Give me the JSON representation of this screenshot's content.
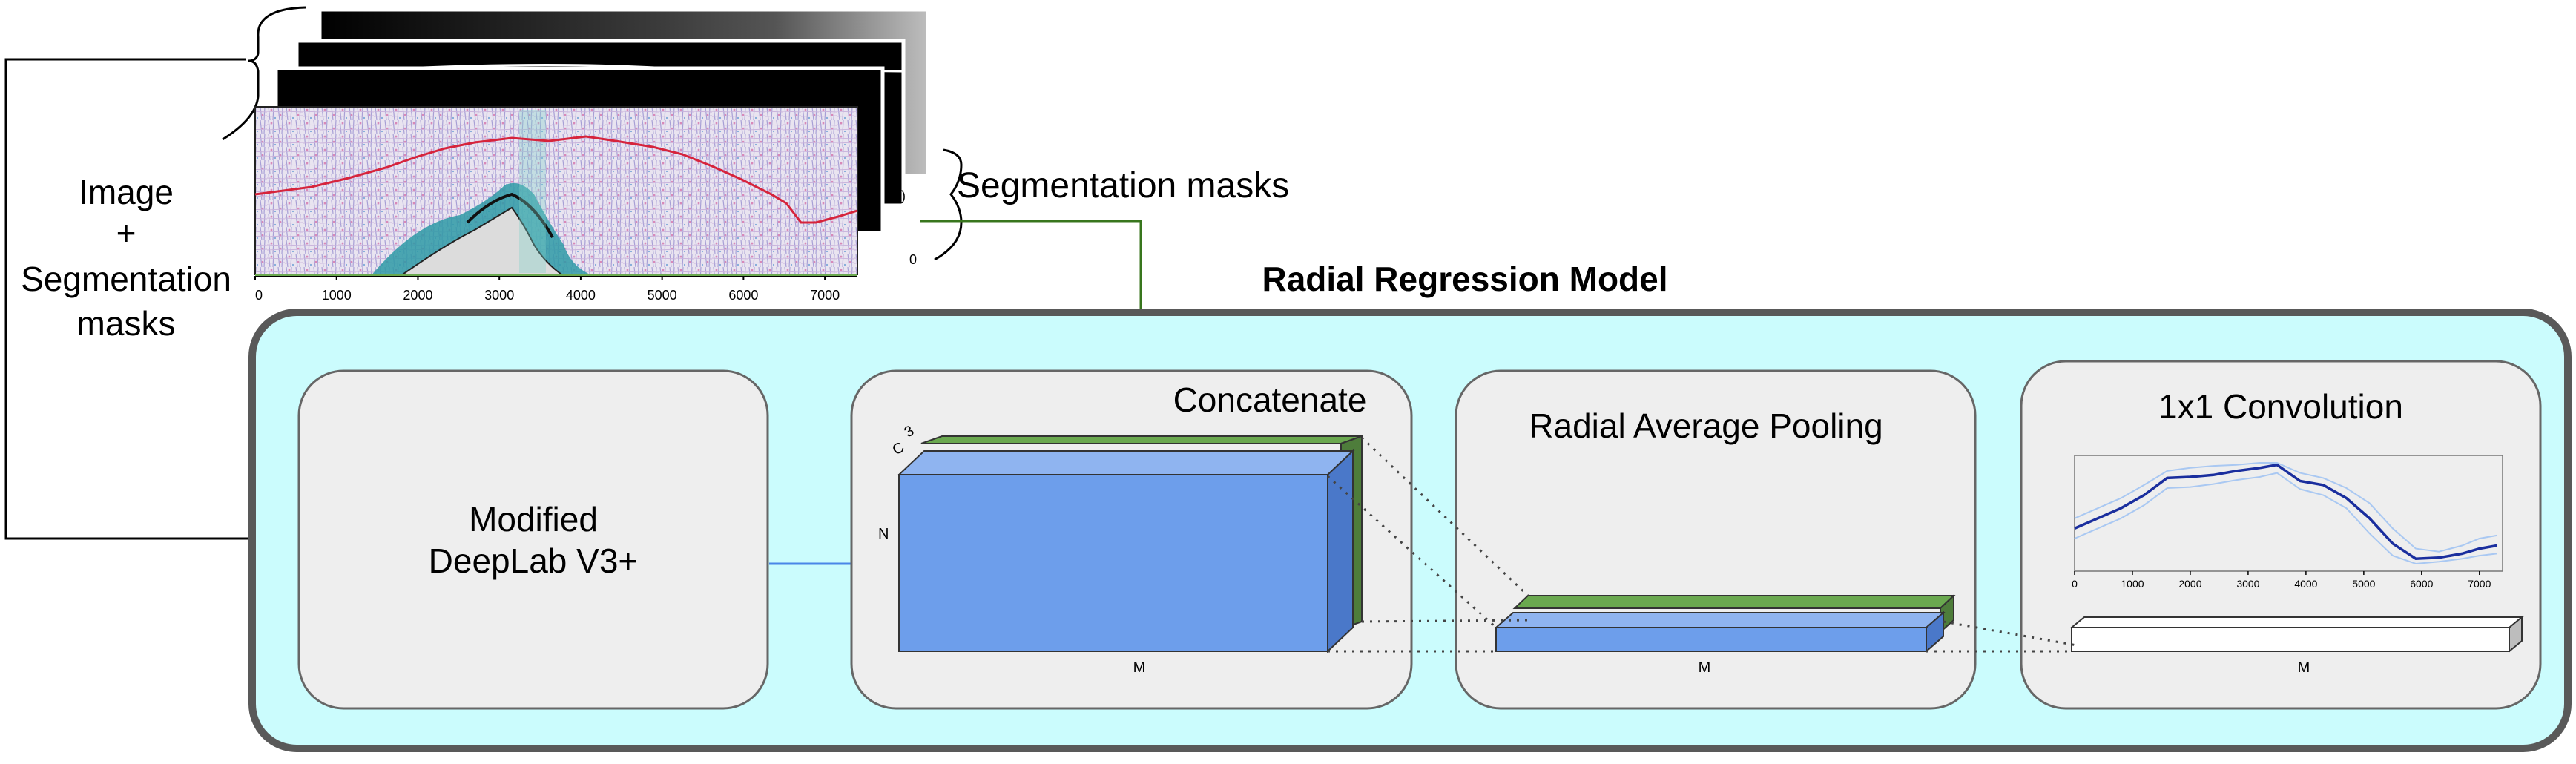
{
  "colors": {
    "model_fill": "#cbfcfd",
    "model_stroke": "#595959",
    "panel_fill": "#eeeeee",
    "panel_stroke": "#666666",
    "tensor_blue": "#6d9eeb",
    "tensor_blue_dark": "#4a78c9",
    "tensor_green": "#6aa84f",
    "tensor_green_dark": "#4e7d3b",
    "arrow_blue": "#4a86e8",
    "arrow_green": "#38761d",
    "curve_dark": "#1a2e9e",
    "curve_light": "#a9c8f2"
  },
  "left_label": [
    "Image",
    "+",
    "Segmentation",
    "masks"
  ],
  "segmentation_label": "Segmentation masks",
  "model_title": "Radial Regression Model",
  "panels": {
    "deeplab": {
      "line1": "Modified",
      "line2": "DeepLab V3+"
    },
    "concat": {
      "title": "Concatenate",
      "dim_c": "C",
      "dim_3": "3",
      "dim_n": "N",
      "dim_m": "M"
    },
    "pooling": {
      "title": "Radial Average Pooling",
      "dim_m": "M"
    },
    "conv": {
      "title": "1x1 Convolution",
      "dim_m": "M"
    }
  },
  "image_axis_ticks": [
    "0",
    "1000",
    "2000",
    "3000",
    "4000",
    "5000",
    "6000",
    "7000"
  ],
  "back_slice_ticks": [
    "0",
    ")"
  ],
  "mini_chart": {
    "ticks": [
      "0",
      "1000",
      "2000",
      "3000",
      "4000",
      "5000",
      "6000",
      "7000"
    ]
  },
  "chart_data": {
    "type": "line",
    "x": [
      0,
      400,
      800,
      1200,
      1600,
      2000,
      2400,
      2800,
      3200,
      3500,
      3900,
      4300,
      4700,
      5100,
      5500,
      5900,
      6300,
      6700,
      7000,
      7300
    ],
    "series": [
      {
        "values": [
          0.35,
          0.45,
          0.55,
          0.68,
          0.85,
          0.86,
          0.88,
          0.92,
          0.95,
          0.98,
          0.82,
          0.78,
          0.65,
          0.45,
          0.2,
          0.05,
          0.06,
          0.1,
          0.15,
          0.18
        ]
      },
      {
        "values": [
          0.45,
          0.55,
          0.65,
          0.78,
          0.92,
          0.95,
          0.97,
          0.98,
          1.0,
          1.0,
          0.9,
          0.85,
          0.75,
          0.6,
          0.35,
          0.15,
          0.12,
          0.18,
          0.25,
          0.28
        ]
      },
      {
        "values": [
          0.25,
          0.35,
          0.45,
          0.58,
          0.75,
          0.76,
          0.79,
          0.83,
          0.86,
          0.9,
          0.74,
          0.68,
          0.55,
          0.3,
          0.08,
          0.0,
          0.02,
          0.05,
          0.08,
          0.1
        ]
      }
    ],
    "xlim": [
      0,
      7400
    ],
    "ylim": [
      0,
      1
    ]
  }
}
